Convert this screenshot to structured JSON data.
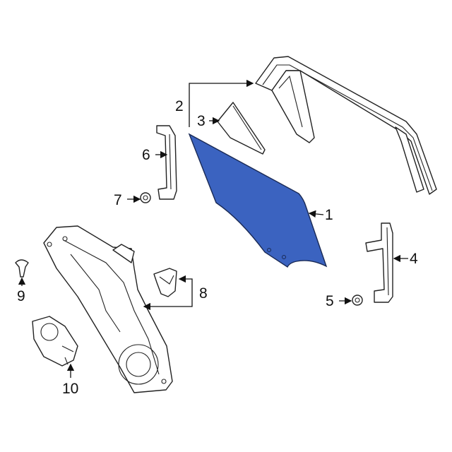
{
  "diagram": {
    "highlight_color": "#3b63c0",
    "callouts": [
      {
        "id": "1",
        "label": "1"
      },
      {
        "id": "2",
        "label": "2"
      },
      {
        "id": "3",
        "label": "3"
      },
      {
        "id": "4",
        "label": "4"
      },
      {
        "id": "5",
        "label": "5"
      },
      {
        "id": "6",
        "label": "6"
      },
      {
        "id": "7",
        "label": "7"
      },
      {
        "id": "8",
        "label": "8"
      },
      {
        "id": "9",
        "label": "9"
      },
      {
        "id": "10",
        "label": "10"
      }
    ]
  }
}
